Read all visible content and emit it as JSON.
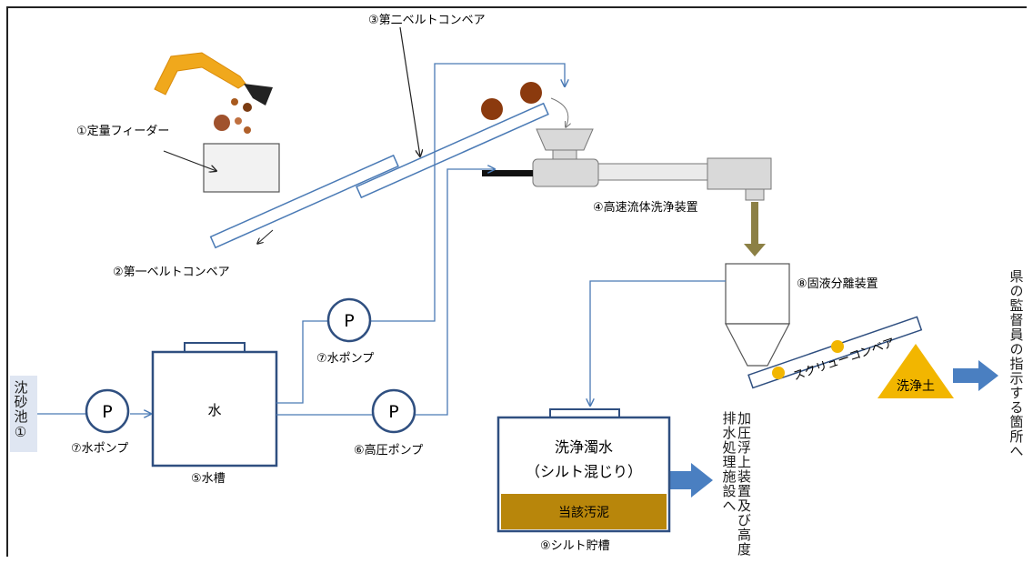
{
  "labels": {
    "belt2": "③第二ベルトコンベア",
    "feeder": "①定量フィーダー",
    "belt1": "②第一ベルトコンベア",
    "washer": "④高速流体洗浄装置",
    "separator": "⑧固液分離装置",
    "screw": "スクリューコンベア",
    "water_pump_upper": "⑦水ポンプ",
    "water_pump_lower": "⑦水ポンプ",
    "hp_pump": "⑥高圧ポンプ",
    "tank": "⑤水槽",
    "tank_content": "水",
    "silt_tank": "⑨シルト貯槽",
    "silt_water_1": "洗浄濁水",
    "silt_water_2": "（シルト混じり）",
    "sludge": "当該汚泥",
    "sand_pond": "沈砂池①",
    "pump_symbol": "P",
    "washed_soil": "洗浄土",
    "to_treatment": "加圧浮上装置及び高度排水処理施設へ",
    "to_site": "県の監督員の指示する箇所へ"
  },
  "colors": {
    "line_blue": "#4a7ab5",
    "dark_blue": "#2f4f80",
    "sludge_fill": "#b8860b",
    "washed_soil_fill": "#f2b600",
    "arrow_blue": "#4a7fc1",
    "machine_gray": "#d9d9d9",
    "excavator": "#f0a81c",
    "olive": "#8c8045",
    "sand_pond_fill": "#dfe6f2"
  }
}
